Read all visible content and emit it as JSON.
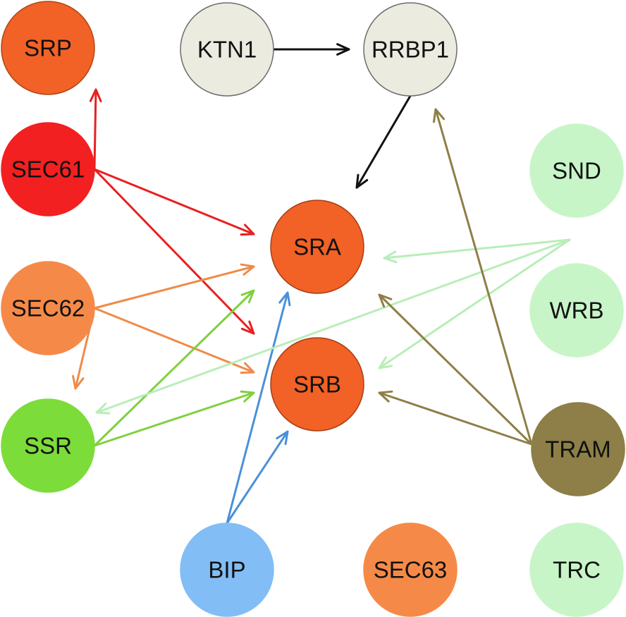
{
  "nodes": [
    {
      "id": "SRP",
      "label": "SRP",
      "color": "#f26126",
      "stroke": "#b04712"
    },
    {
      "id": "KTN1",
      "label": "KTN1",
      "color": "#ecebe0",
      "stroke": "#6d6d6d"
    },
    {
      "id": "RRBP1",
      "label": "RRBP1",
      "color": "#ecebe0",
      "stroke": "#6d6d6d"
    },
    {
      "id": "SEC61",
      "label": "SEC61",
      "color": "#f22020",
      "stroke": "#f22020"
    },
    {
      "id": "SND",
      "label": "SND",
      "color": "#c8f5c8",
      "stroke": "#c8f5c8"
    },
    {
      "id": "SRA",
      "label": "SRA",
      "color": "#f26126",
      "stroke": "#a63f14"
    },
    {
      "id": "SEC62",
      "label": "SEC62",
      "color": "#f58a48",
      "stroke": "#f58a48"
    },
    {
      "id": "WRB",
      "label": "WRB",
      "color": "#c8f5c8",
      "stroke": "#c8f5c8"
    },
    {
      "id": "SRB",
      "label": "SRB",
      "color": "#f26126",
      "stroke": "#a63f14"
    },
    {
      "id": "SSR",
      "label": "SSR",
      "color": "#7cdc3a",
      "stroke": "#7cdc3a"
    },
    {
      "id": "TRAM",
      "label": "TRAM",
      "color": "#8d7f47",
      "stroke": "#8d7f47"
    },
    {
      "id": "BIP",
      "label": "BIP",
      "color": "#82bdf5",
      "stroke": "#82bdf5"
    },
    {
      "id": "SEC63",
      "label": "SEC63",
      "color": "#f58a48",
      "stroke": "#f58a48"
    },
    {
      "id": "TRC",
      "label": "TRC",
      "color": "#c8f5c8",
      "stroke": "#c8f5c8"
    }
  ],
  "edges": [
    {
      "from": "KTN1",
      "to": "RRBP1",
      "color": "#111111"
    },
    {
      "from": "RRBP1",
      "to": "SRA",
      "color": "#111111"
    },
    {
      "from": "SEC61",
      "to": "SRP",
      "color": "#e82020"
    },
    {
      "from": "SEC61",
      "to": "SRA",
      "color": "#e82020"
    },
    {
      "from": "SEC61",
      "to": "SRB",
      "color": "#e82020"
    },
    {
      "from": "SEC62",
      "to": "SRA",
      "color": "#f08a48"
    },
    {
      "from": "SEC62",
      "to": "SRB",
      "color": "#f08a48"
    },
    {
      "from": "SEC62",
      "to": "SSR",
      "color": "#f08a48"
    },
    {
      "from": "SSR",
      "to": "SRA",
      "color": "#7fd040"
    },
    {
      "from": "SSR",
      "to": "SRB",
      "color": "#7fd040"
    },
    {
      "from": "BIP",
      "to": "SRA",
      "color": "#4a90d9"
    },
    {
      "from": "BIP",
      "to": "SRB",
      "color": "#4a90d9"
    },
    {
      "from": "SND",
      "to": "SRA",
      "color": "#b8eeb8"
    },
    {
      "from": "SND",
      "to": "SRB",
      "color": "#b8eeb8"
    },
    {
      "from": "SND",
      "to": "SSR",
      "color": "#b8eeb8"
    },
    {
      "from": "TRAM",
      "to": "RRBP1",
      "color": "#8d7f47"
    },
    {
      "from": "TRAM",
      "to": "SRA",
      "color": "#8d7f47"
    },
    {
      "from": "TRAM",
      "to": "SRB",
      "color": "#8d7f47"
    }
  ]
}
